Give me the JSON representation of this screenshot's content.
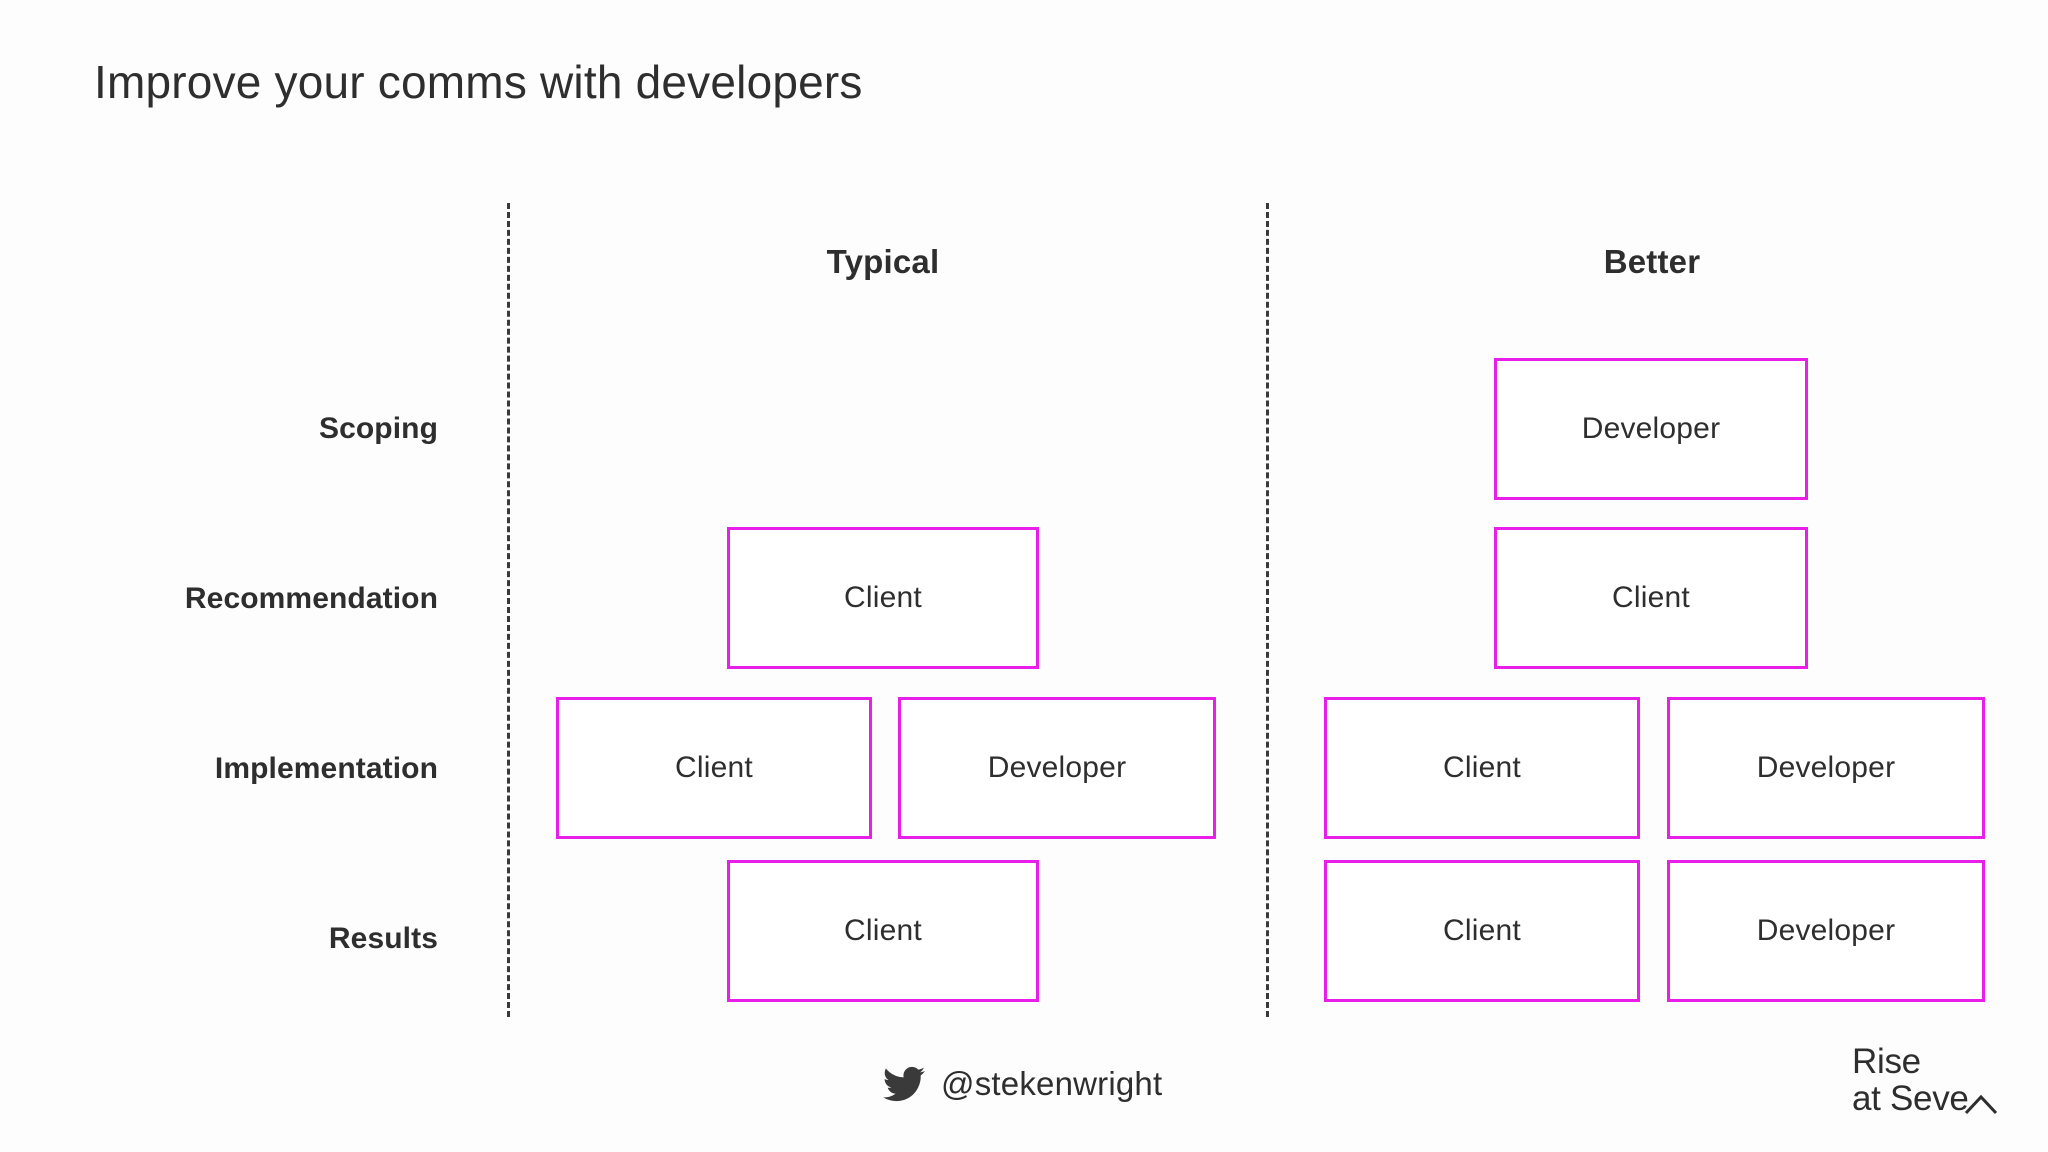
{
  "slide": {
    "title": "Improve your comms with developers",
    "background_color": "#fdfdfd",
    "accent_color": "#e81fe8",
    "text_color": "#2e2e2e"
  },
  "columns": [
    {
      "key": "typical",
      "label": "Typical"
    },
    {
      "key": "better",
      "label": "Better"
    }
  ],
  "rows": [
    {
      "key": "scoping",
      "label": "Scoping"
    },
    {
      "key": "recommendation",
      "label": "Recommendation"
    },
    {
      "key": "implementation",
      "label": "Implementation"
    },
    {
      "key": "results",
      "label": "Results"
    }
  ],
  "matrix": {
    "typical": {
      "scoping": [],
      "recommendation": [
        "Client"
      ],
      "implementation": [
        "Client",
        "Developer"
      ],
      "results": [
        "Client"
      ]
    },
    "better": {
      "scoping": [
        "Developer"
      ],
      "recommendation": [
        "Client"
      ],
      "implementation": [
        "Client",
        "Developer"
      ],
      "results": [
        "Client",
        "Developer"
      ]
    }
  },
  "boxes": {
    "typ_recommendation": "Client",
    "typ_impl_client": "Client",
    "typ_impl_developer": "Developer",
    "typ_results": "Client",
    "bet_scoping": "Developer",
    "bet_recommendation": "Client",
    "bet_impl_client": "Client",
    "bet_impl_developer": "Developer",
    "bet_results_client": "Client",
    "bet_results_developer": "Developer"
  },
  "footer": {
    "twitter_icon": "twitter-bird-icon",
    "twitter_handle": "@stekenwright",
    "logo": {
      "line_one": "Rise",
      "line_two": "at Seve",
      "chevron_icon": "up-chevron-icon"
    }
  }
}
